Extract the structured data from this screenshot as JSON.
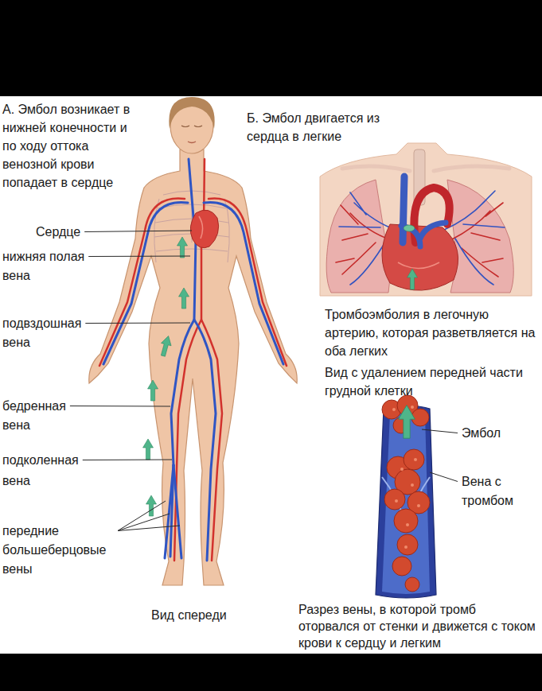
{
  "diagram": {
    "labels": [
      "А. Эмбол возникает в нижней конечности и по ходу оттока венозной крови попадает в сердце",
      "Б. Эмбол двигается из сердца в легкие",
      "Сердце",
      "нижняя полая вена",
      "подвздошная вена",
      "бедренная вена",
      "подколенная вена",
      "передние большеберцовые вены",
      "Вид спереди",
      "Тромбоэмболия в легочную артерию, которая разветвляется на оба легких",
      "Вид с удалением передней части грудной клетки",
      "Эмбол",
      "Вена с тромбом",
      "Разрез вены, в которой тромб оторвался от стенки и движется с током крови к сердцу и легким"
    ]
  }
}
